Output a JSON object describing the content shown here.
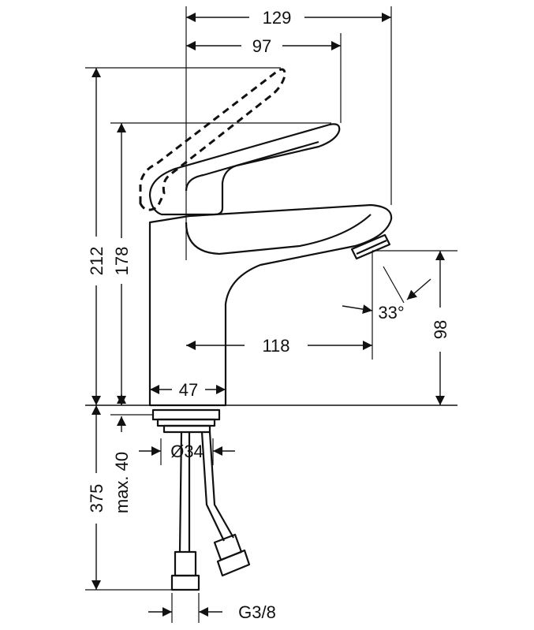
{
  "dimensions": {
    "total_depth": "129",
    "lever_reach": "97",
    "total_height": "212",
    "lever_height": "178",
    "spout_reach": "118",
    "spout_clearance": "98",
    "spout_angle": "33°",
    "body_width": "47",
    "thread_diameter": "Ø34",
    "max_deck_thickness": "max. 40",
    "hose_length": "375",
    "connection_thread": "G3/8"
  },
  "colors": {
    "line": "#111111",
    "background": "#ffffff"
  }
}
